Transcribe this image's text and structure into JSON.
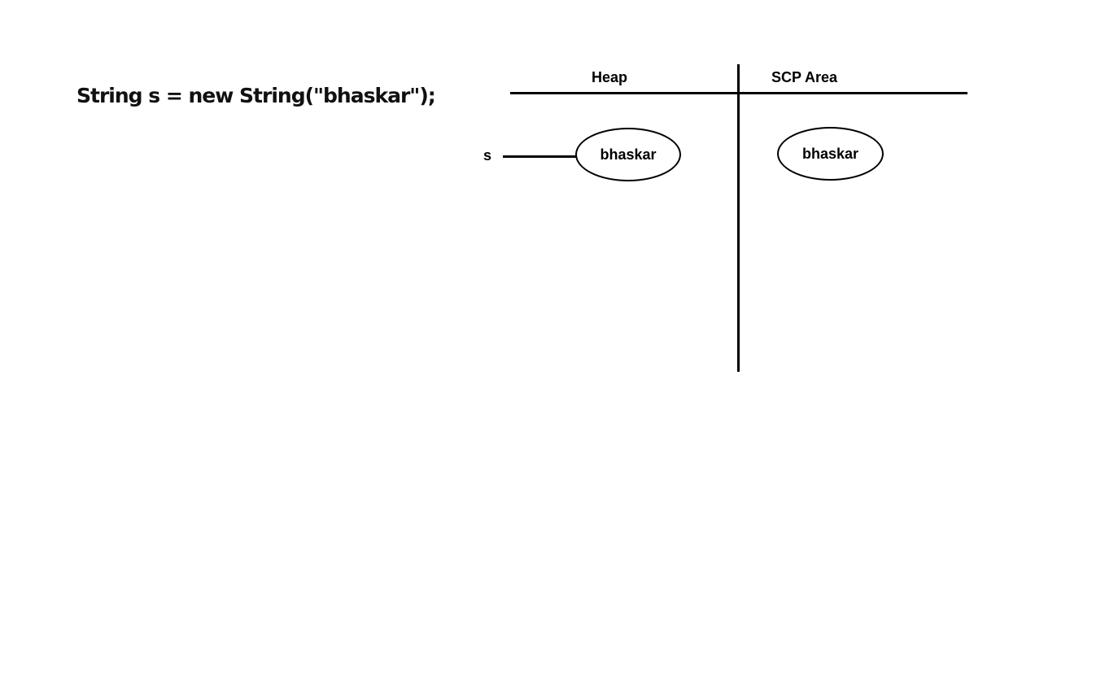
{
  "code": {
    "statement": "String s = new String(\"bhaskar\");"
  },
  "diagram": {
    "columns": [
      {
        "label": "Heap"
      },
      {
        "label": "SCP Area"
      }
    ],
    "reference": {
      "variable": "s"
    },
    "objects": {
      "heap": "bhaskar",
      "scp": "bhaskar"
    }
  }
}
